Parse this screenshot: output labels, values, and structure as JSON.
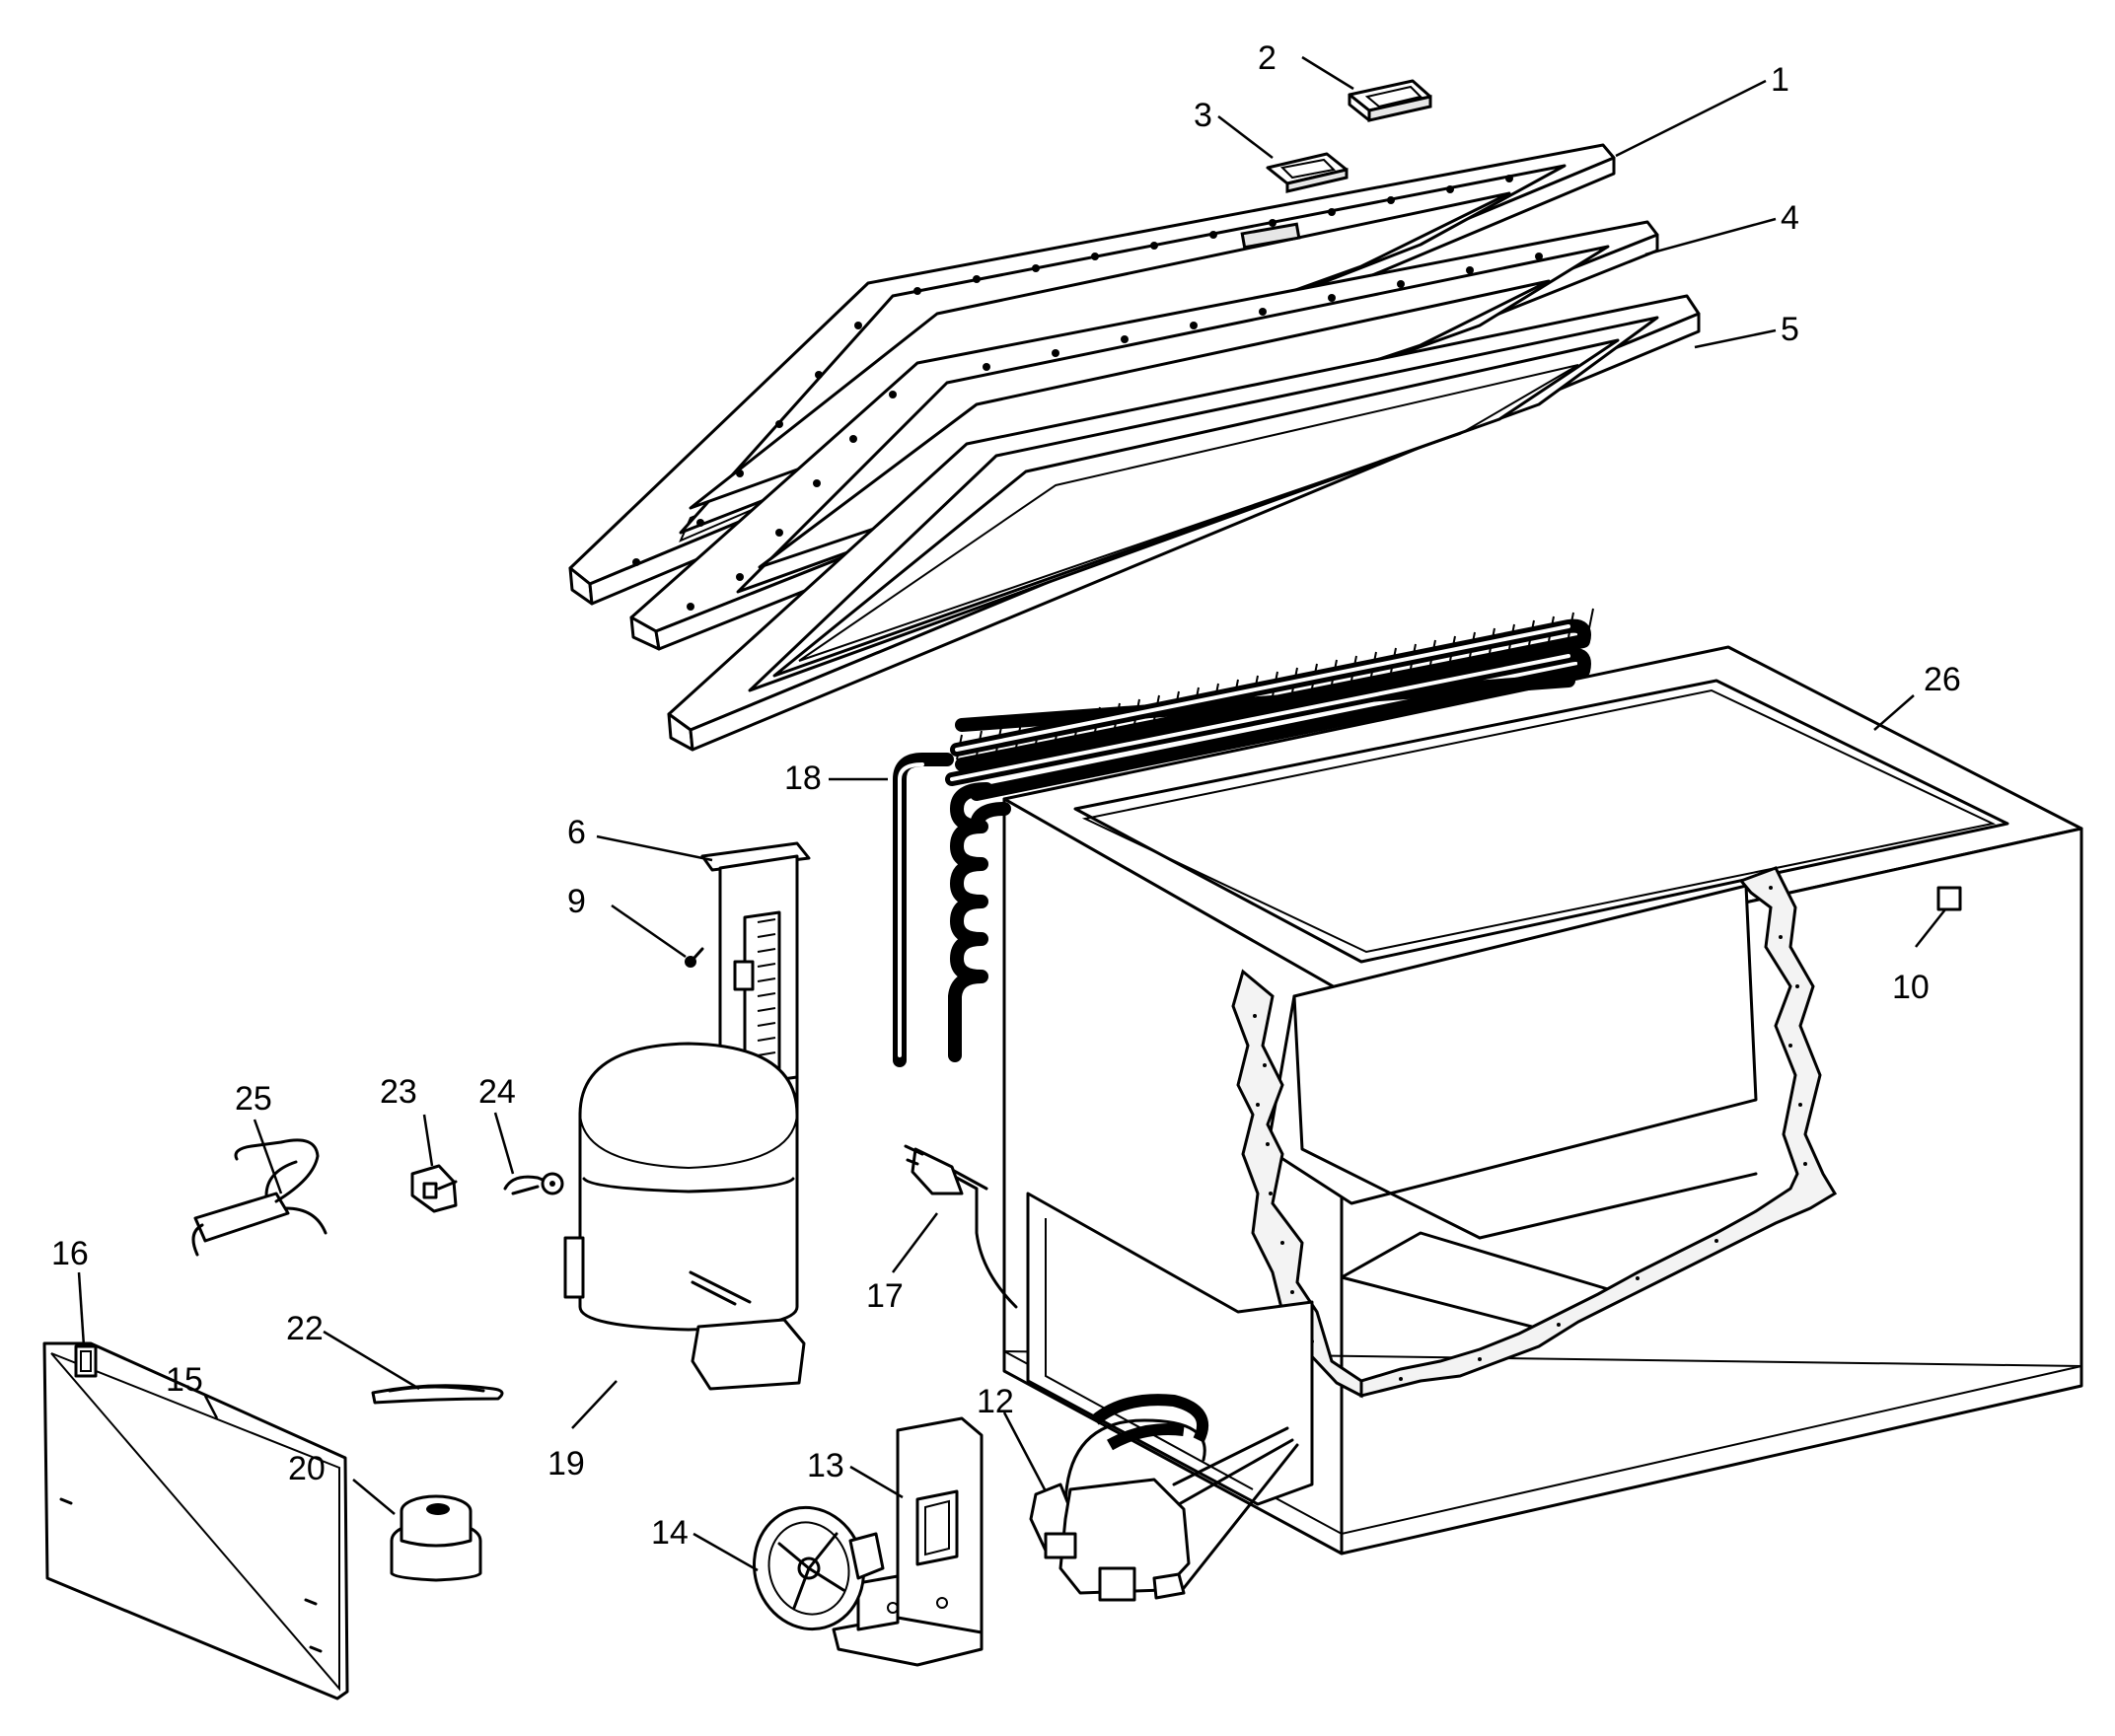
{
  "callouts": [
    {
      "id": "1",
      "text": "1"
    },
    {
      "id": "2",
      "text": "2"
    },
    {
      "id": "3",
      "text": "3"
    },
    {
      "id": "4",
      "text": "4"
    },
    {
      "id": "5",
      "text": "5"
    },
    {
      "id": "6",
      "text": "6"
    },
    {
      "id": "9",
      "text": "9"
    },
    {
      "id": "10",
      "text": "10"
    },
    {
      "id": "12",
      "text": "12"
    },
    {
      "id": "13",
      "text": "13"
    },
    {
      "id": "14",
      "text": "14"
    },
    {
      "id": "15",
      "text": "15"
    },
    {
      "id": "16",
      "text": "16"
    },
    {
      "id": "17",
      "text": "17"
    },
    {
      "id": "18",
      "text": "18"
    },
    {
      "id": "19",
      "text": "19"
    },
    {
      "id": "20",
      "text": "20"
    },
    {
      "id": "22",
      "text": "22"
    },
    {
      "id": "23",
      "text": "23"
    },
    {
      "id": "24",
      "text": "24"
    },
    {
      "id": "25",
      "text": "25"
    },
    {
      "id": "26",
      "text": "26"
    }
  ]
}
